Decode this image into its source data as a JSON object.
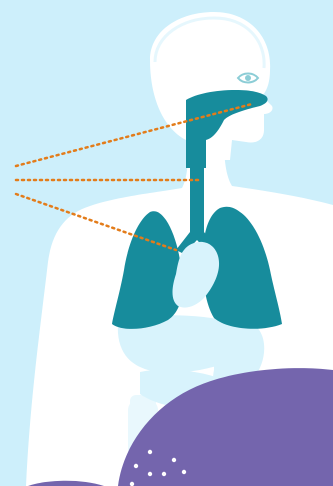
{
  "colors": {
    "background": "#cdeffb",
    "body_silhouette": "#ffffff",
    "body_outline": "#ffffff",
    "airway": "#178c9c",
    "organ_light": "#d8f3fc",
    "bone_light": "#e9f8fd",
    "leader_line": "#e37c1a",
    "blob": "#7465ad",
    "blob_dots": "#ffffff",
    "eye": "#8ccdd6"
  },
  "icons": [
    "eye-icon"
  ],
  "annotations": {
    "leader_lines": [
      {
        "target": "nasal-cavity"
      },
      {
        "target": "trachea"
      },
      {
        "target": "lung"
      }
    ]
  }
}
